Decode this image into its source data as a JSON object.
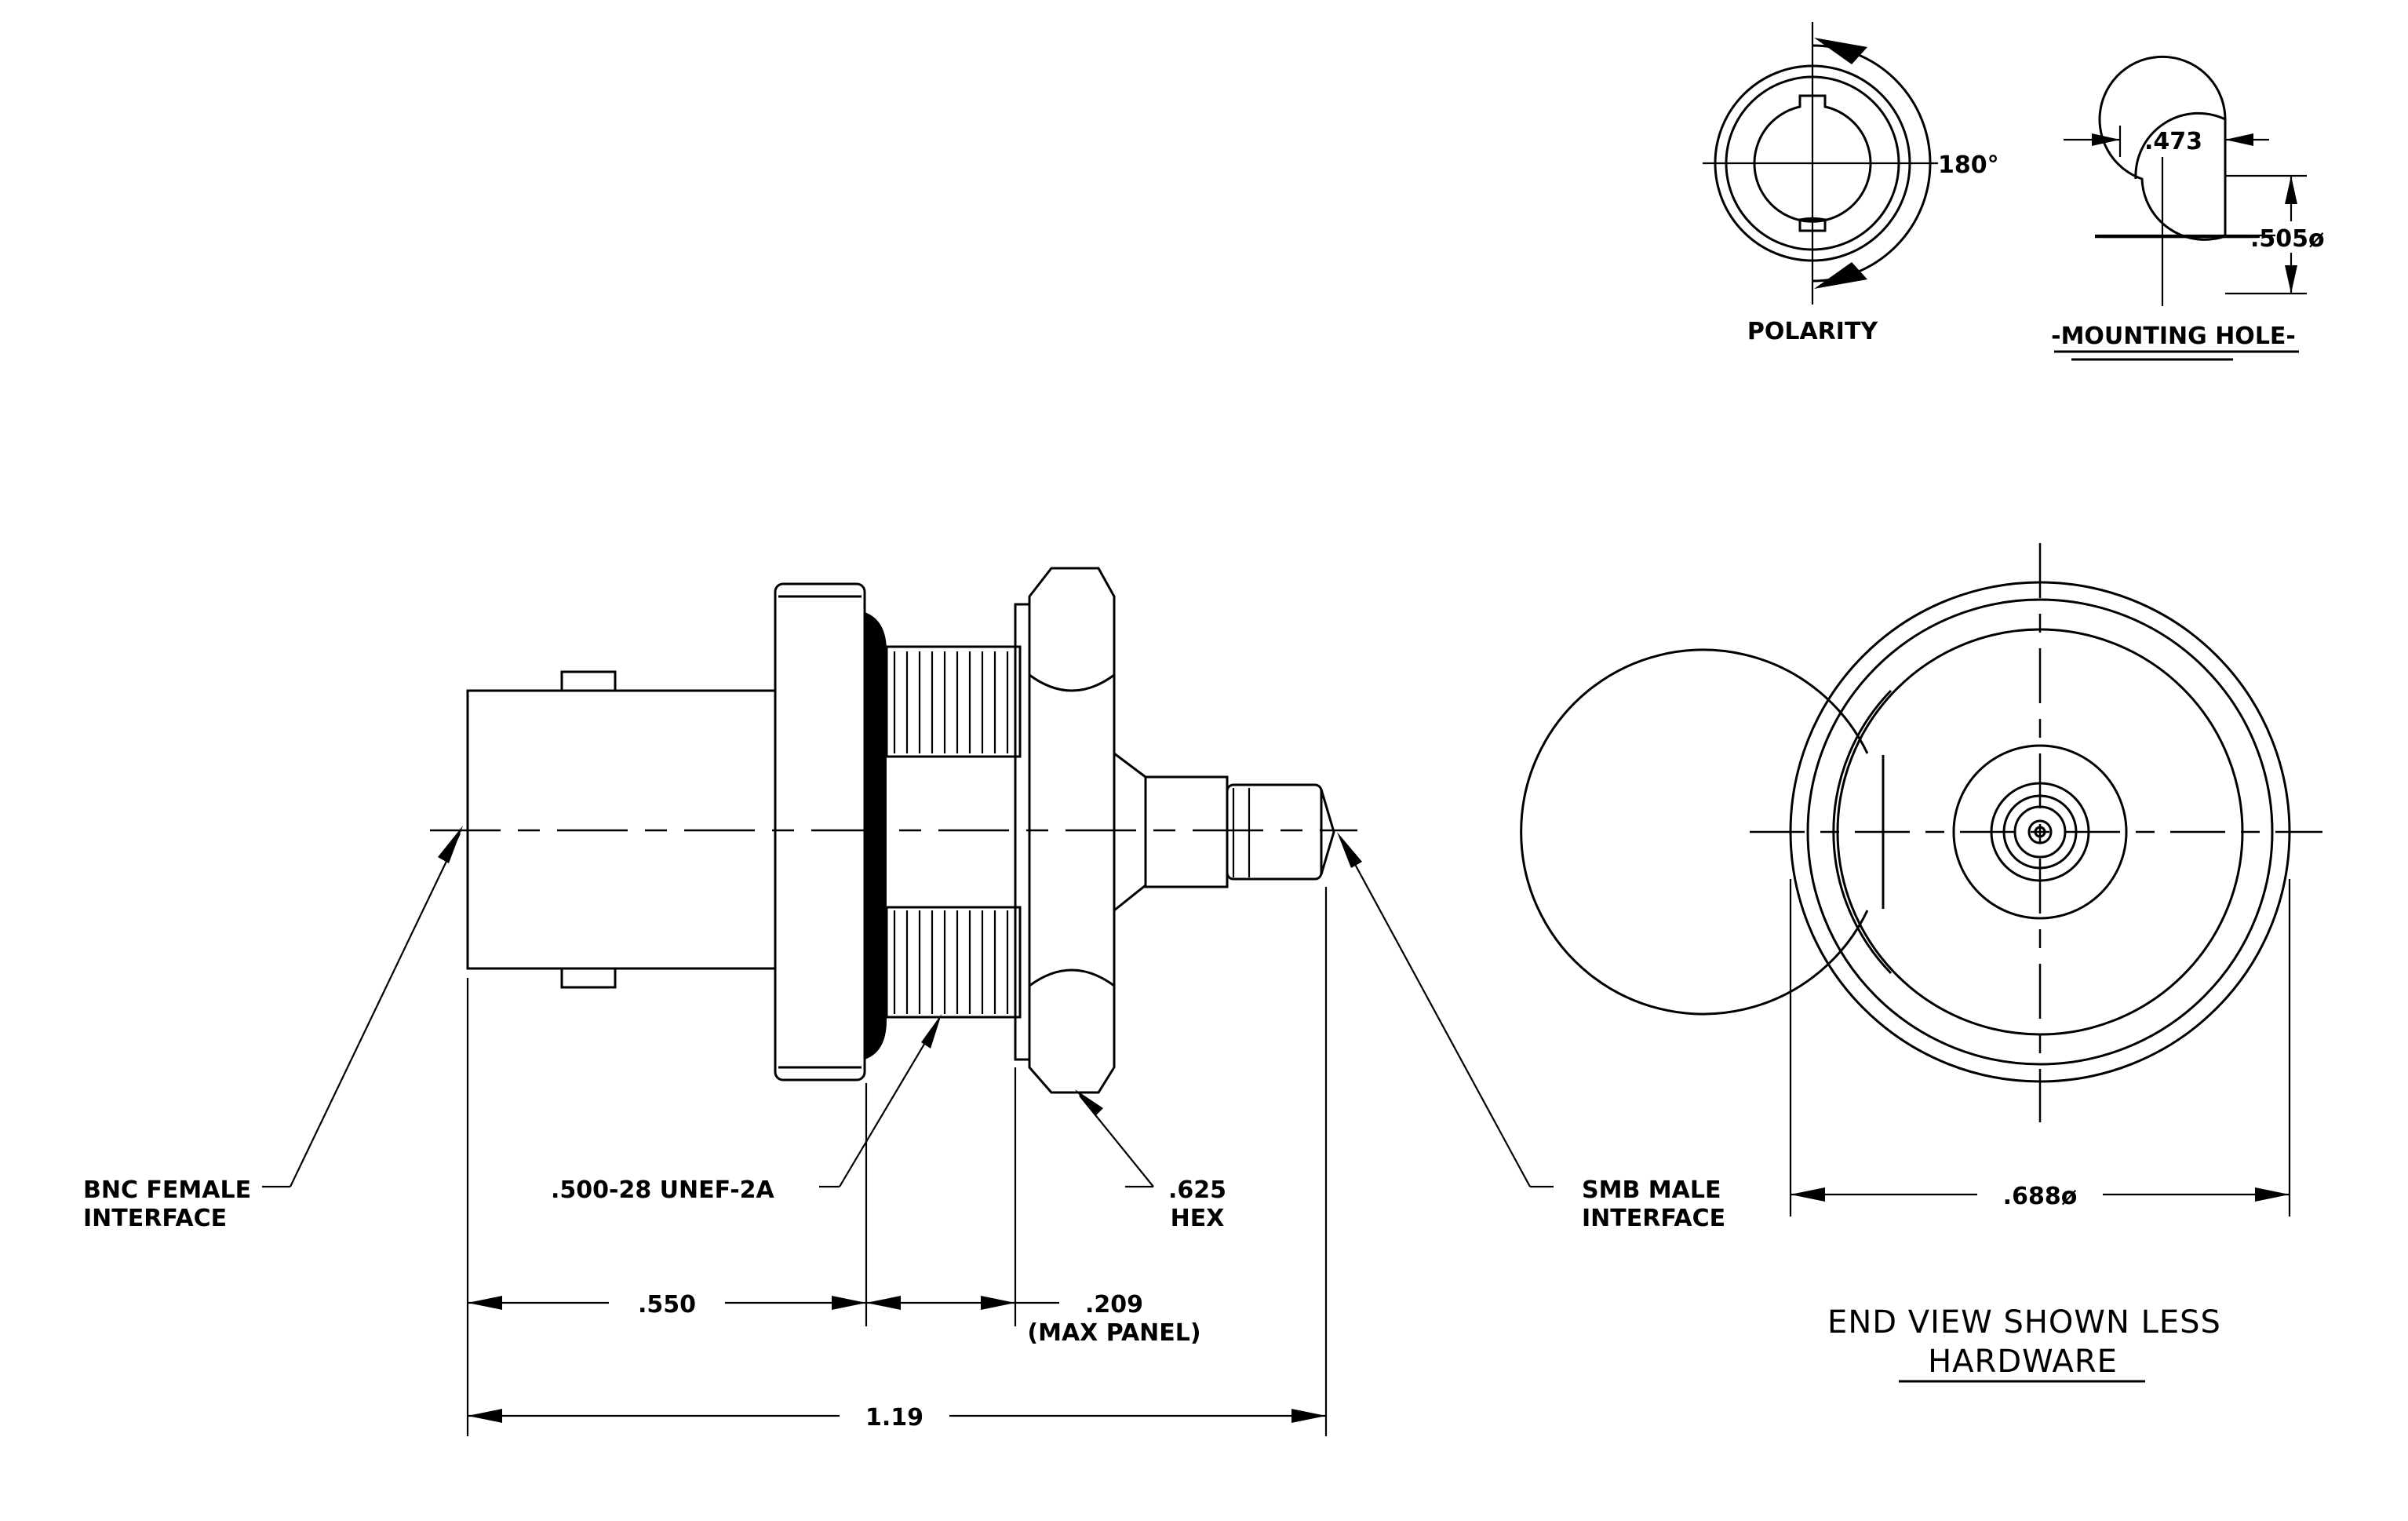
{
  "drawing": {
    "polarity": {
      "angle_label": "180°",
      "title": "POLARITY"
    },
    "mounting_hole": {
      "width_label": ".473",
      "diameter_label": ".505ø",
      "title": "-MOUNTING HOLE-"
    },
    "side_view": {
      "callouts": {
        "bnc": [
          "BNC FEMALE",
          "INTERFACE"
        ],
        "thread": ".500-28 UNEF-2A",
        "hex": [
          ".625",
          "HEX"
        ],
        "smb": [
          "SMB MALE",
          "INTERFACE"
        ]
      },
      "dimensions": {
        "flange_length": ".550",
        "panel": ".209",
        "panel_note": "(MAX PANEL)",
        "overall_length": "1.19"
      }
    },
    "end_view": {
      "diameter_label": ".688ø",
      "caption_line1": "END VIEW SHOWN LESS",
      "caption_line2": "HARDWARE"
    }
  }
}
